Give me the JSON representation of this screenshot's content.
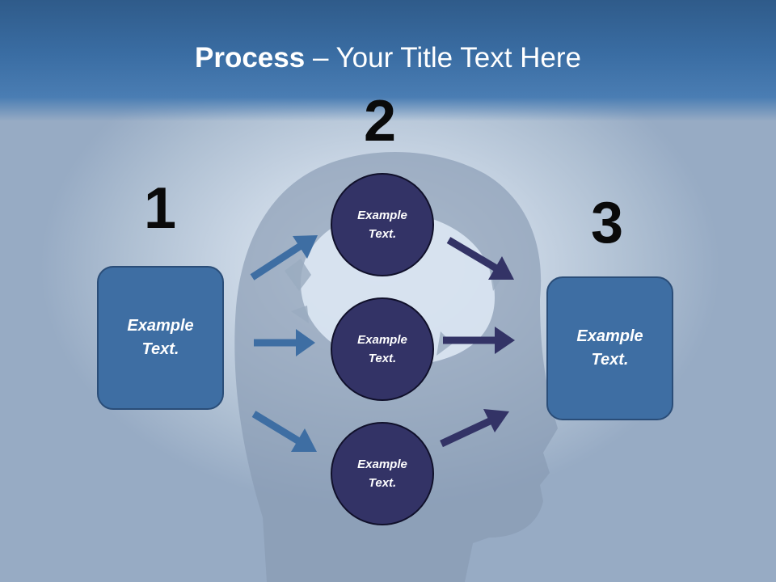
{
  "title": {
    "bold": "Process",
    "rest": " – Your Title Text Here"
  },
  "steps": [
    {
      "number": "1",
      "text": "Example\nText."
    },
    {
      "number": "2"
    },
    {
      "number": "3",
      "text": "Example\nText."
    }
  ],
  "circles": [
    {
      "text": "Example\nText."
    },
    {
      "text": "Example\nText."
    },
    {
      "text": "Example\nText."
    }
  ],
  "colors": {
    "box_fill": "#3e6ea3",
    "circle_fill": "#333366",
    "left_arrow": "#3e6ea3",
    "right_arrow": "#333366",
    "title_bar": "#3a6da3"
  }
}
